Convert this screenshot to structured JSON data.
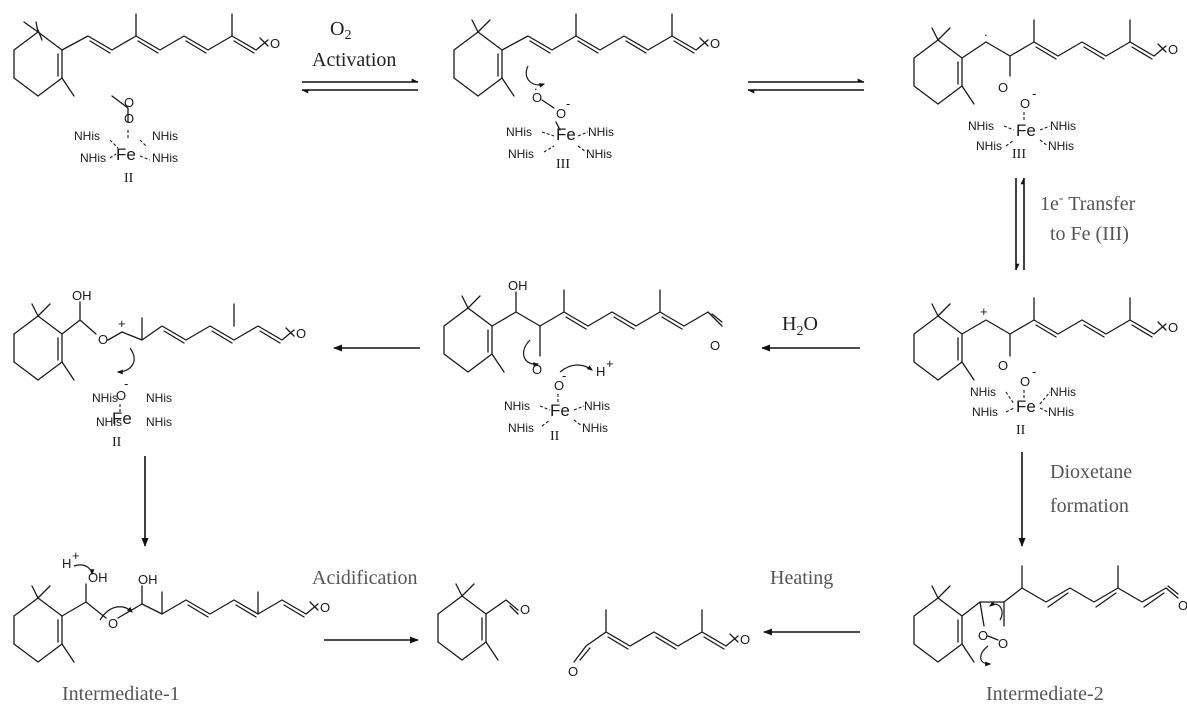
{
  "atoms": {
    "oxygen": "O",
    "iron": "Fe",
    "histidine": "NHis",
    "hydroxyl": "OH",
    "proton": "H",
    "plus": "+",
    "minus": "-",
    "radical": "."
  },
  "oxidation_states": {
    "fe_ii": "II",
    "fe_iii": "III"
  },
  "labels": {
    "o2": "O",
    "o2_sub": "2",
    "activation": "Activation",
    "transfer_1e": "1e",
    "transfer_sup": "-",
    "transfer_rest": " Transfer",
    "to_fe_iii": "to Fe (III)",
    "water_h": "H",
    "water_sub": "2",
    "water_o": "O",
    "dioxetane": "Dioxetane",
    "formation": "formation",
    "acidification": "Acidification",
    "heating": "Heating",
    "intermediate_1": "Intermediate-1",
    "intermediate_2": "Intermediate-2"
  }
}
